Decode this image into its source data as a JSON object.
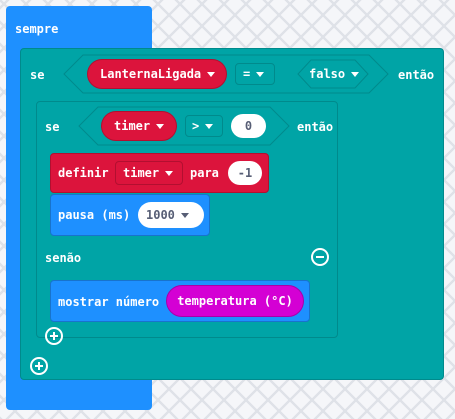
{
  "colors": {
    "basic_blue": "#1e90ff",
    "logic_teal": "#00a4a6",
    "logic_teal_dark": "#008a8c",
    "variable_red": "#dc143c",
    "variable_red_dark": "#b30f30",
    "sensor_purple": "#d400d4"
  },
  "forever": {
    "label": "sempre"
  },
  "if_outer": {
    "label": "se",
    "then_label": "então",
    "variable": "LanternaLigada",
    "operator": "=",
    "value": "falso"
  },
  "if_inner": {
    "label": "se",
    "then_label": "então",
    "variable": "timer",
    "operator": ">",
    "value": "0",
    "else_label": "senão"
  },
  "set_block": {
    "label": "definir",
    "variable": "timer",
    "to_label": "para",
    "value": "-1"
  },
  "pause_block": {
    "label": "pausa (ms)",
    "value": "1000"
  },
  "show_number_block": {
    "label": "mostrar número",
    "reporter": "temperatura (°C)"
  },
  "icons": [
    "dropdown-caret-icon",
    "remove-else-icon",
    "add-else-icon",
    "add-else-if-icon"
  ]
}
